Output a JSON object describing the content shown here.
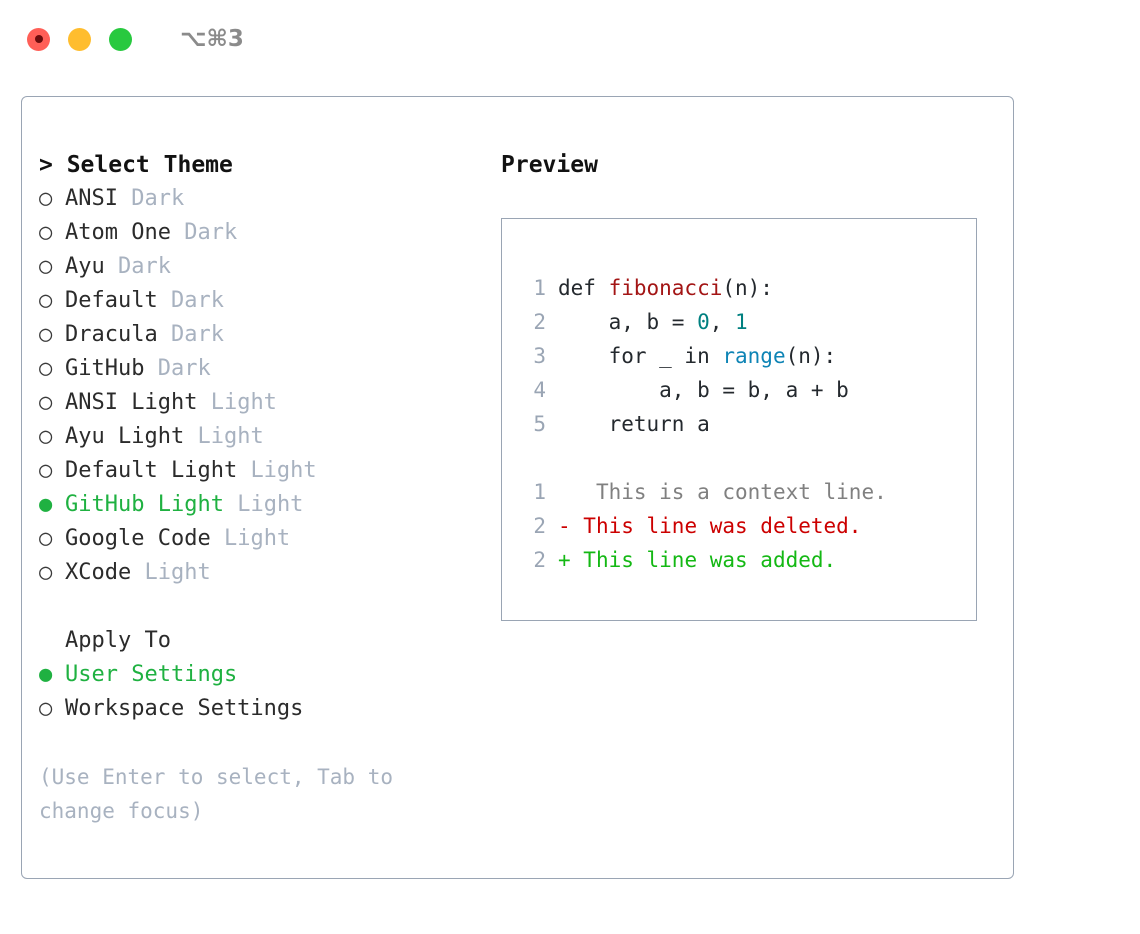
{
  "window": {
    "shortcut": "⌥⌘3",
    "traffic_lights": [
      {
        "name": "close-button",
        "color": "#ff5f57"
      },
      {
        "name": "minimize-button",
        "color": "#ffbd2e"
      },
      {
        "name": "maximize-button",
        "color": "#28c93f"
      }
    ]
  },
  "theme_picker": {
    "header": "> Select Theme",
    "marker_selected": "●",
    "marker_unselected": "○",
    "items": [
      {
        "marker": "○",
        "label": "ANSI",
        "tag": "Dark",
        "selected": false
      },
      {
        "marker": "○",
        "label": "Atom One",
        "tag": "Dark",
        "selected": false
      },
      {
        "marker": "○",
        "label": "Ayu",
        "tag": "Dark",
        "selected": false
      },
      {
        "marker": "○",
        "label": "Default",
        "tag": "Dark",
        "selected": false
      },
      {
        "marker": "○",
        "label": "Dracula",
        "tag": "Dark",
        "selected": false
      },
      {
        "marker": "○",
        "label": "GitHub",
        "tag": "Dark",
        "selected": false
      },
      {
        "marker": "○",
        "label": "ANSI Light",
        "tag": "Light",
        "selected": false
      },
      {
        "marker": "○",
        "label": "Ayu Light",
        "tag": "Light",
        "selected": false
      },
      {
        "marker": "○",
        "label": "Default Light",
        "tag": "Light",
        "selected": false
      },
      {
        "marker": "●",
        "label": "GitHub Light",
        "tag": "Light",
        "selected": true
      },
      {
        "marker": "○",
        "label": "Google Code",
        "tag": "Light",
        "selected": false
      },
      {
        "marker": "○",
        "label": "XCode",
        "tag": "Light",
        "selected": false
      }
    ]
  },
  "apply_to": {
    "header": "Apply To",
    "options": [
      {
        "marker": "●",
        "label": "User Settings",
        "selected": true
      },
      {
        "marker": "○",
        "label": "Workspace Settings",
        "selected": false
      }
    ]
  },
  "hint": "(Use Enter to select, Tab to change focus)",
  "preview": {
    "header": "Preview",
    "code_lines": [
      {
        "num": "1",
        "parts": [
          {
            "text": "def ",
            "style": "plain"
          },
          {
            "text": "fibonacci",
            "style": "fn"
          },
          {
            "text": "(n):",
            "style": "plain"
          }
        ]
      },
      {
        "num": "2",
        "parts": [
          {
            "text": "    a, b = ",
            "style": "plain"
          },
          {
            "text": "0",
            "style": "num"
          },
          {
            "text": ", ",
            "style": "plain"
          },
          {
            "text": "1",
            "style": "num"
          }
        ]
      },
      {
        "num": "3",
        "parts": [
          {
            "text": "    for _ in ",
            "style": "plain"
          },
          {
            "text": "range",
            "style": "call"
          },
          {
            "text": "(n):",
            "style": "plain"
          }
        ]
      },
      {
        "num": "4",
        "parts": [
          {
            "text": "        a, b = b, a + b",
            "style": "plain"
          }
        ]
      },
      {
        "num": "5",
        "parts": [
          {
            "text": "    return a",
            "style": "plain"
          }
        ]
      }
    ],
    "diff_lines": [
      {
        "num": "1",
        "marker": " ",
        "text": "  This is a context line.",
        "kind": "context"
      },
      {
        "num": "2",
        "marker": "-",
        "text": " This line was deleted.",
        "kind": "deleted"
      },
      {
        "num": "2",
        "marker": "+",
        "text": " This line was added.",
        "kind": "added"
      }
    ]
  },
  "colors": {
    "accent_green": "#1fb141",
    "border": "#9aa5b4",
    "muted": "#a8b2c0",
    "syntax_function": "#a31515",
    "syntax_number": "#008080",
    "syntax_call": "#0e84b5",
    "diff_deleted": "#cc0000",
    "diff_added": "#14b814",
    "diff_context": "#808080"
  }
}
